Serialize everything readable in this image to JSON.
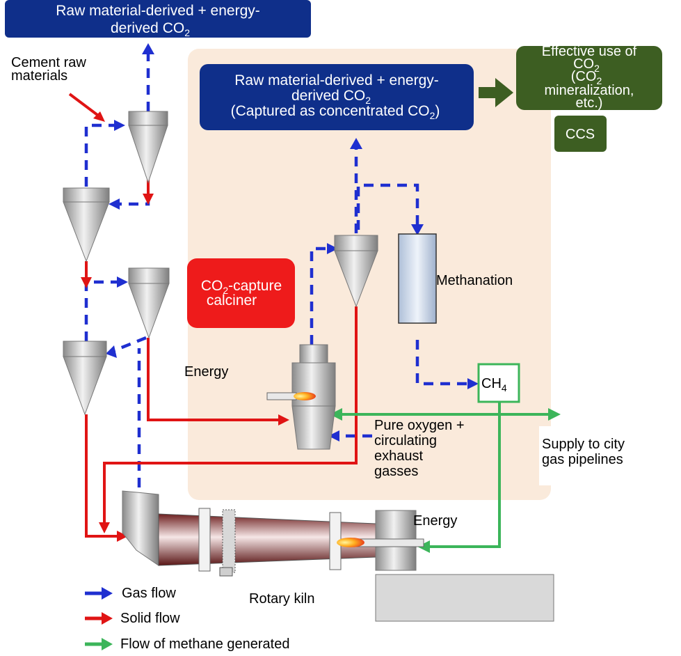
{
  "header_box": {
    "line1": "Raw material-derived + energy-",
    "line2": "derived CO",
    "sub": "2"
  },
  "captured_box": {
    "line1": "Raw material-derived + energy-",
    "line2": "derived CO",
    "line2_sub": "2",
    "line3": "(Captured as concentrated CO",
    "line3_sub": "2",
    "line3_end": ")"
  },
  "effective_use": {
    "line1": "Effective use of",
    "line2": "CO",
    "line2_sub": "2",
    "line3": "(CO",
    "line3_sub": "2",
    "line4": "mineralization,",
    "line5": "etc.)"
  },
  "ccs_label": "CCS",
  "raw_materials": {
    "line1": "Cement raw",
    "line2": "materials"
  },
  "calciner": {
    "line1": "CO",
    "line1_sub": "2",
    "line1_end": "-capture",
    "line2": "calciner"
  },
  "methanation_label": "Methanation",
  "ch4": {
    "text": "CH",
    "sub": "4"
  },
  "energy_calciner": "Energy",
  "energy_kiln": "Energy",
  "oxygen": {
    "line1": "Pure oxygen +",
    "line2": "circulating",
    "line3": "exhaust",
    "line4": "gasses"
  },
  "supply": {
    "line1": "Supply to city",
    "line2": "gas pipelines"
  },
  "rotary_kiln_label": "Rotary kiln",
  "legend": [
    {
      "label": "Gas flow",
      "color": "#1f2fd0"
    },
    {
      "label": "Solid flow",
      "color": "#e01414"
    },
    {
      "label": "Flow of methane generated",
      "color": "#3cb55a"
    }
  ],
  "colors": {
    "navy_box": "#0f2f8a",
    "green_box": "#3d5e22",
    "calciner_red": "#ee1b1b",
    "zone_beige": "#faeadb",
    "gas": "#1f2fd0",
    "solid": "#e01414",
    "methane": "#3cb55a"
  }
}
